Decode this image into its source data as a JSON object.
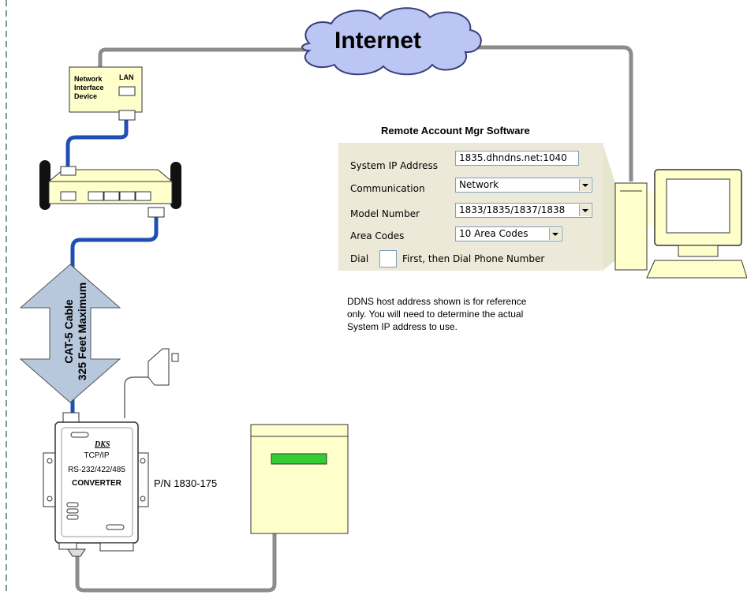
{
  "internet_label": "Internet",
  "nid": {
    "lines": [
      "Network",
      "Interface",
      "Device"
    ],
    "port_label": "LAN"
  },
  "cable_label": {
    "line1": "CAT-5 Cable",
    "line2": "325 Feet Maximum"
  },
  "software": {
    "title": "Remote Account Mgr Software",
    "fields": [
      {
        "label": "System IP Address",
        "value": "1835.dhndns.net:1040",
        "type": "text"
      },
      {
        "label": "Communication",
        "value": "Network",
        "type": "select"
      },
      {
        "label": "Model Number",
        "value": "1833/1835/1837/1838",
        "type": "select"
      },
      {
        "label": "Area Codes",
        "value": "10 Area Codes",
        "type": "select"
      }
    ],
    "dial_label": "Dial",
    "dial_suffix": "First, then Dial Phone Number"
  },
  "note": [
    "DDNS host address shown is for reference",
    "only.  You will need to determine the actual",
    "System IP address to use."
  ],
  "converter": {
    "brand": "DKS",
    "line1": "TCP/IP",
    "line2": "RS-232/422/485",
    "line3": "CONVERTER",
    "part_number": "P/N 1830-175"
  },
  "colors": {
    "cable_gray": "#8c8c8c",
    "cable_blue": "#1f4fb4",
    "beige": "#ffffcc",
    "panel": "#ece9d8",
    "arrow": "#b7c7dc",
    "cloud": "#bcc6f4",
    "display_green": "#33cc33"
  }
}
